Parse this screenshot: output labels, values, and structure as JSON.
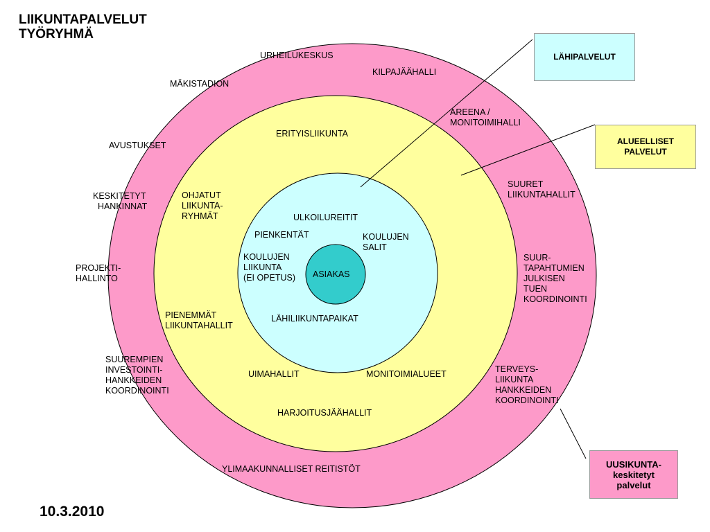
{
  "title_line1": "LIIKUNTAPALVELUT",
  "title_line2": "TYÖRYHMÄ",
  "date": "10.3.2010",
  "colors": {
    "outer": "#fd9ac9",
    "middle": "#ffff9e",
    "inner": "#ccffff",
    "center": "#33cccc"
  },
  "center_label": "ASIAKAS",
  "legend": {
    "lahipalvelut": "LÄHIPALVELUT",
    "alueelliset": "ALUEELLISET\nPALVELUT",
    "uusikunta": "UUSIKUNTA-\nkeskitetyt\npalvelut"
  },
  "inner_ring": {
    "ulkoilureitit": "ULKOILUREITIT",
    "pienkentat": "PIENKENTÄT",
    "koulujen_salit": "KOULUJEN\nSALIT",
    "koulujen_liikunta": "KOULUJEN\nLIIKUNTA\n(EI OPETUS)",
    "lahiliikuntapaikat": "LÄHILIIKUNTAPAIKAT"
  },
  "middle_ring": {
    "erityisliikunta": "ERITYISLIIKUNTA",
    "ohjatut": "OHJATUT\nLIIKUNTA-\nRYHMÄT",
    "pienemmat": "PIENEMMÄT\nLIIKUNTAHALLIT",
    "uimahallit": "UIMAHALLIT",
    "monitoimialueet": "MONITOIMIALUEET",
    "harjoitusjaahallit": "HARJOITUSJÄÄHALLIT"
  },
  "outer_ring": {
    "urheilukeskus": "URHEILUKESKUS",
    "kilpajaahalli": "KILPAJÄÄHALLI",
    "makistadion": "MÄKISTADION",
    "areena": "AREENA /\nMONITOIMIHALLI",
    "avustukset": "AVUSTUKSET",
    "suuret": "SUURET\nLIIKUNTAHALLIT",
    "keskitetyt": "KESKITETYT\n  HANKINNAT",
    "projekti": "PROJEKTI-\nHALLINTO",
    "suurtapahtumien": "SUUR-\nTAPAHTUMIEN\nJULKISEN\nTUEN\nKOORDINOINTI",
    "suurempien": "SUUREMPIEN\nINVESTOINTI-\nHANKKEIDEN\nKOORDINOINTI",
    "terveys": "TERVEYS-\nLIIKUNTA\nHANKKEIDEN\nKOORDINOINTI",
    "ylimaakunnalliset": "YLIMAAKUNNALLISET REITISTÖT"
  }
}
